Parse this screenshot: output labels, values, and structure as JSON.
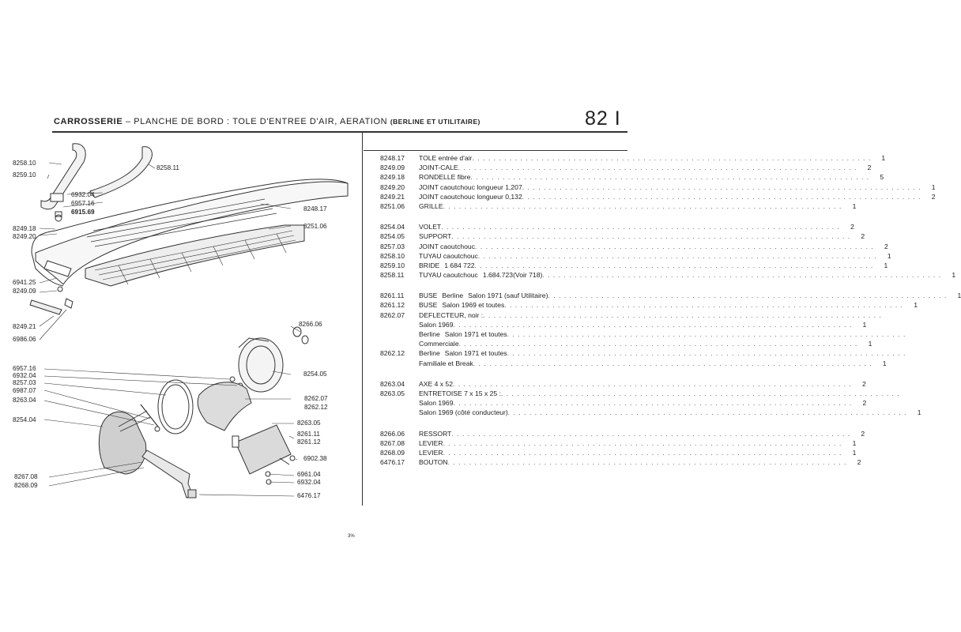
{
  "header": {
    "section": "CARROSSERIE",
    "subtitle": "– PLANCHE DE BORD : TOLE D'ENTREE D'AIR, AERATION",
    "qualifier": "(BERLINE ET UTILITAIRE)",
    "page_number": "82 I"
  },
  "parts_list": [
    {
      "code": "8248.17",
      "desc": "TOLE entrée d'air",
      "qty": "1"
    },
    {
      "code": "8249.09",
      "desc": "JOINT-CALE",
      "qty": "2"
    },
    {
      "code": "8249.18",
      "desc": "RONDELLE fibre",
      "qty": "5"
    },
    {
      "code": "8249.20",
      "desc": "JOINT caoutchouc longueur 1,207",
      "qty": "1"
    },
    {
      "code": "8249.21",
      "desc": "JOINT caoutchouc longueur 0,132",
      "qty": "2"
    },
    {
      "code": "8251.06",
      "desc": "GRILLE",
      "qty": "1"
    },
    {
      "gap": true
    },
    {
      "code": "8254.04",
      "desc": "VOLET",
      "qty": "2"
    },
    {
      "code": "8254.05",
      "desc": "SUPPORT",
      "qty": "2"
    },
    {
      "code": "8257.03",
      "desc": "JOINT caoutchouc",
      "qty": "2"
    },
    {
      "code": "8258.10",
      "desc": "TUYAU caoutchouc",
      "qty": "1"
    },
    {
      "code": "8259.10",
      "desc": "BRIDE",
      "note": "1 684 722",
      "qty": "1"
    },
    {
      "code": "8258.11",
      "desc": "TUYAU caoutchouc",
      "note": "1.684.723(Voir 718)",
      "qty": "1"
    },
    {
      "gap": true
    },
    {
      "code": "8261.11",
      "desc": "BUSE",
      "note": "Berline",
      "note2": "Salon 1971 (sauf Utilitaire)",
      "qty": "1"
    },
    {
      "code": "8261.12",
      "desc": "BUSE",
      "note": "Salon 1969 et toutes",
      "qty": "1"
    },
    {
      "code": "8262.07",
      "desc": "DEFLECTEUR, noir :",
      "qty": ""
    },
    {
      "code": "",
      "desc": "Salon 1969",
      "qty": "1"
    },
    {
      "code": "",
      "desc": "Berline",
      "note": "Salon 1971 et toutes",
      "qty": ""
    },
    {
      "code": "",
      "desc": "Commerciale",
      "qty": "1"
    },
    {
      "code": "8262.12",
      "desc": "Berline",
      "note": "Salon 1971 et toutes",
      "qty": ""
    },
    {
      "code": "",
      "desc": "Familiale et Break",
      "qty": "1"
    },
    {
      "gap": true
    },
    {
      "code": "8263.04",
      "desc": "AXE 4 x 52",
      "qty": "2"
    },
    {
      "code": "8263.05",
      "desc": "ENTRETOISE 7 x 15 x 25 :",
      "qty": ""
    },
    {
      "code": "",
      "desc": "Salon 1969",
      "qty": "2"
    },
    {
      "code": "",
      "desc": "Salon 1969 (côté conducteur)",
      "qty": "1"
    },
    {
      "gap": true
    },
    {
      "code": "8266.06",
      "desc": "RESSORT",
      "qty": "2"
    },
    {
      "code": "8267.08",
      "desc": "LEVIER",
      "qty": "1"
    },
    {
      "code": "8268.09",
      "desc": "LEVIER",
      "qty": "1"
    },
    {
      "code": "6476.17",
      "desc": "BOUTON",
      "qty": "2"
    }
  ],
  "diagram_labels": [
    "8258.10",
    "8259.10",
    "8258.11",
    "6932.04",
    "6957.16",
    "6915.69",
    "8249.18",
    "8249.20",
    "8248.17",
    "8251.06",
    "6941.25",
    "8249.09",
    "8249.21",
    "6986.06",
    "8266.06",
    "6957.16",
    "6932.04",
    "8257.03",
    "6987.07",
    "8263.04",
    "8254.05",
    "8262.07",
    "8262.12",
    "8254.04",
    "8263.05",
    "8261.11",
    "8261.12",
    "6902.38",
    "8267.08",
    "8268.09",
    "6961.04",
    "6932.04",
    "6476.17"
  ],
  "footer_mark": "3%"
}
